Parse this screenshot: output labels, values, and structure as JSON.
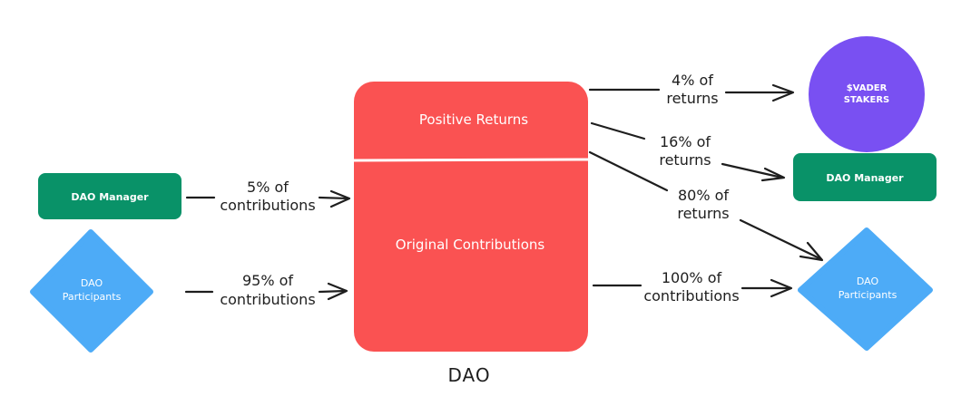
{
  "colors": {
    "dao_block": "#fa5252",
    "manager": "#099268",
    "participants": "#4dabf7",
    "stakers": "#7950f2",
    "stroke": "#1e1e1e",
    "text_light": "#ffffff"
  },
  "nodes": {
    "manager_left": {
      "label": "DAO Manager"
    },
    "participants_left": {
      "line1": "DAO",
      "line2": "Participants"
    },
    "dao": {
      "positive_returns": "Positive Returns",
      "original_contributions": "Original Contributions",
      "title": "DAO"
    },
    "stakers": {
      "line1": "$VADER",
      "line2": "STAKERS"
    },
    "manager_right": {
      "label": "DAO Manager"
    },
    "participants_right": {
      "line1": "DAO",
      "line2": "Participants"
    }
  },
  "edges": {
    "manager_in": {
      "line1": "5% of",
      "line2": "contributions"
    },
    "participants_in": {
      "line1": "95% of",
      "line2": "contributions"
    },
    "to_stakers": {
      "line1": "4% of",
      "line2": "returns"
    },
    "to_manager": {
      "line1": "16% of",
      "line2": "returns"
    },
    "to_participants_returns": {
      "line1": "80% of",
      "line2": "returns"
    },
    "to_participants_contrib": {
      "line1": "100% of",
      "line2": "contributions"
    }
  }
}
